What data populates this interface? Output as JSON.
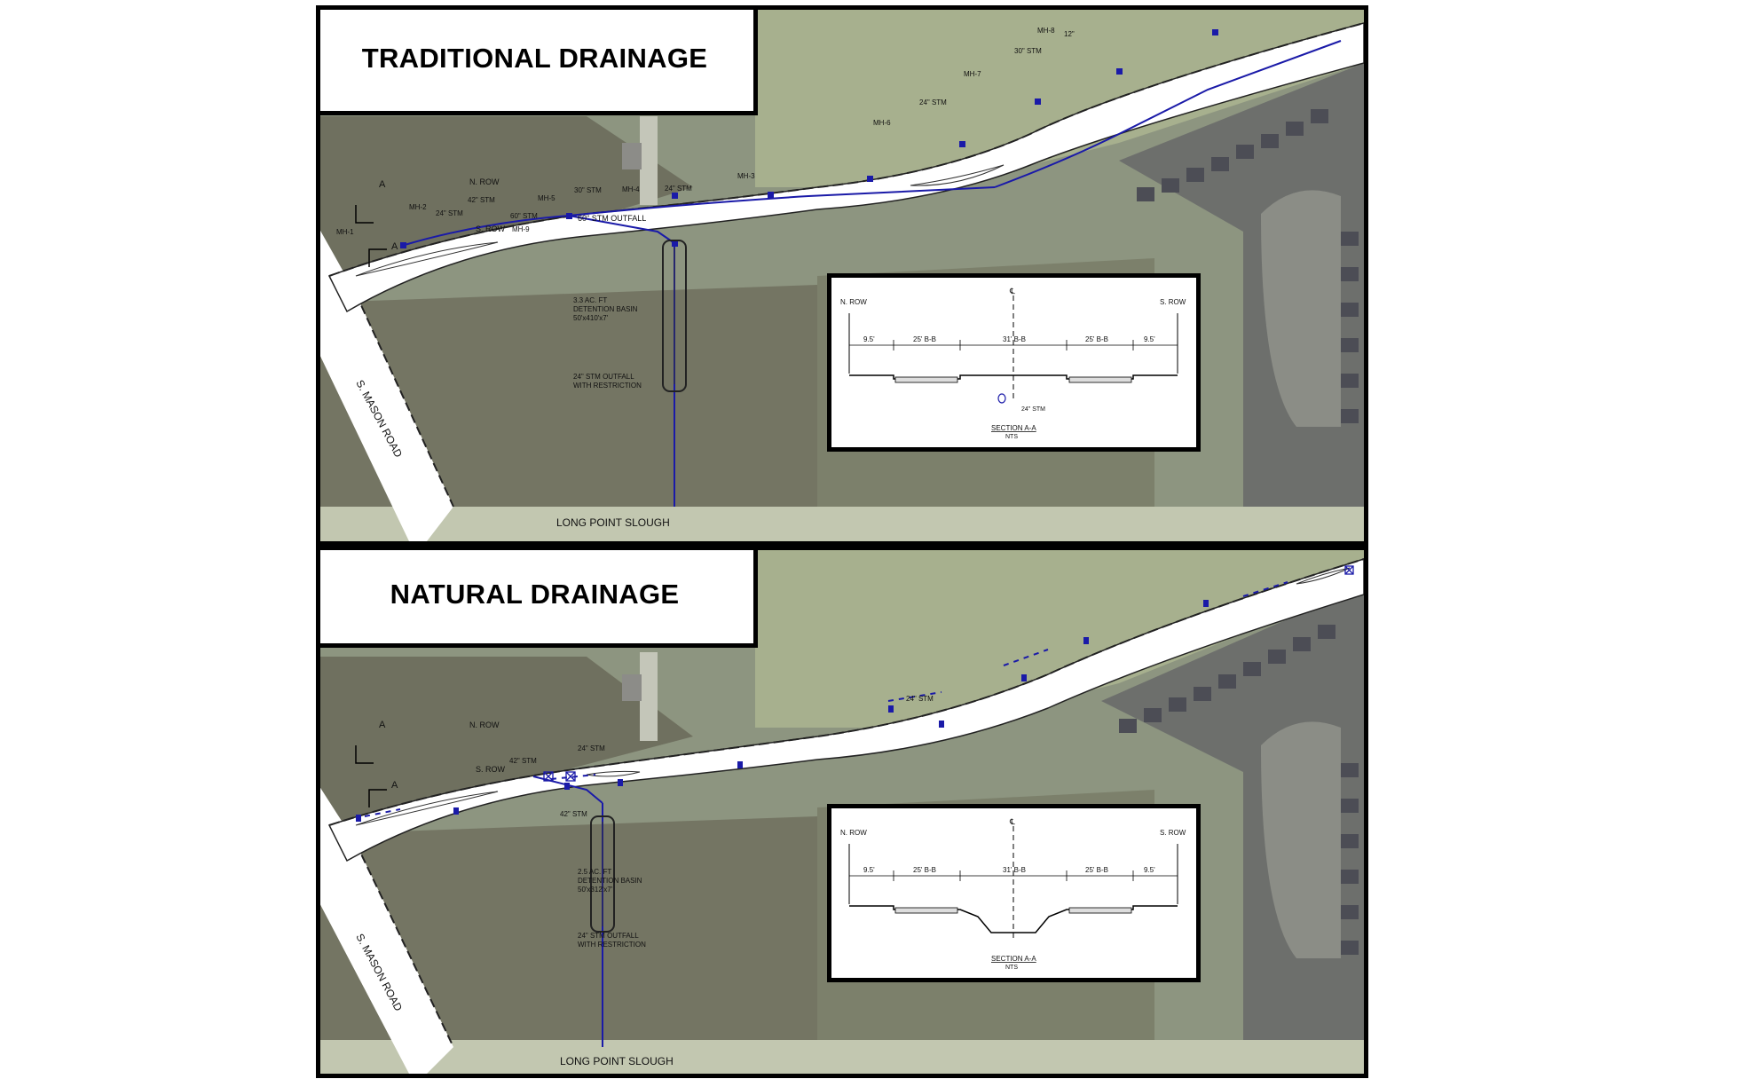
{
  "top_panel": {
    "title": "TRADITIONAL DRAINAGE",
    "labels": {
      "n_row": "N. ROW",
      "s_row": "S. ROW",
      "section_marker": "A",
      "road": "S. MASON ROAD",
      "slough": "LONG POINT SLOUGH",
      "outfall_60": "60\" STM OUTFALL",
      "basin_line1": "3.3 AC. FT",
      "basin_line2": "DETENTION BASIN",
      "basin_line3": "50'x410'x7'",
      "outfall_24_line1": "24\" STM OUTFALL",
      "outfall_24_line2": "WITH RESTRICTION"
    },
    "manholes": [
      "MH-1",
      "MH-2",
      "MH-3",
      "MH-4",
      "MH-5",
      "MH-6",
      "MH-7",
      "MH-8",
      "MH-9"
    ],
    "pipes": [
      "24\" STM",
      "42\" STM",
      "60\" STM",
      "30\" STM",
      "24\" STM",
      "24\" STM",
      "30\" STM",
      "12\""
    ],
    "section": {
      "left_row": "N. ROW",
      "right_row": "S. ROW",
      "centerline": "℄",
      "dims": [
        "9.5'",
        "25' B-B",
        "31' B-B",
        "25' B-B",
        "9.5'"
      ],
      "pipe_label": "24\" STM",
      "title": "SECTION A-A",
      "subtitle": "NTS"
    }
  },
  "bottom_panel": {
    "title": "NATURAL DRAINAGE",
    "labels": {
      "n_row": "N. ROW",
      "s_row": "S. ROW",
      "section_marker": "A",
      "road": "S. MASON ROAD",
      "slough": "LONG POINT SLOUGH",
      "pipe_42_stm": "42\" STM",
      "pipe_24_stm_a": "24\" STM",
      "pipe_42_stm_b": "42\" STM",
      "pipe_24_stm_b": "24\" STM",
      "basin_line1": "2.5 AC. FT",
      "basin_line2": "DETENTION BASIN",
      "basin_line3": "50'x312'x7'",
      "outfall_24_line1": "24\" STM OUTFALL",
      "outfall_24_line2": "WITH RESTRICTION"
    },
    "section": {
      "left_row": "N. ROW",
      "right_row": "S. ROW",
      "centerline": "℄",
      "dims": [
        "9.5'",
        "25' B-B",
        "31' B-B",
        "25' B-B",
        "9.5'"
      ],
      "title": "SECTION A-A",
      "subtitle": "NTS"
    }
  },
  "colors": {
    "pipe": "#1a1aa8",
    "aerial_base": "#8d9580",
    "woods": "#6f705f",
    "field": "#a7b08e",
    "road_fill": "#ffffff"
  }
}
